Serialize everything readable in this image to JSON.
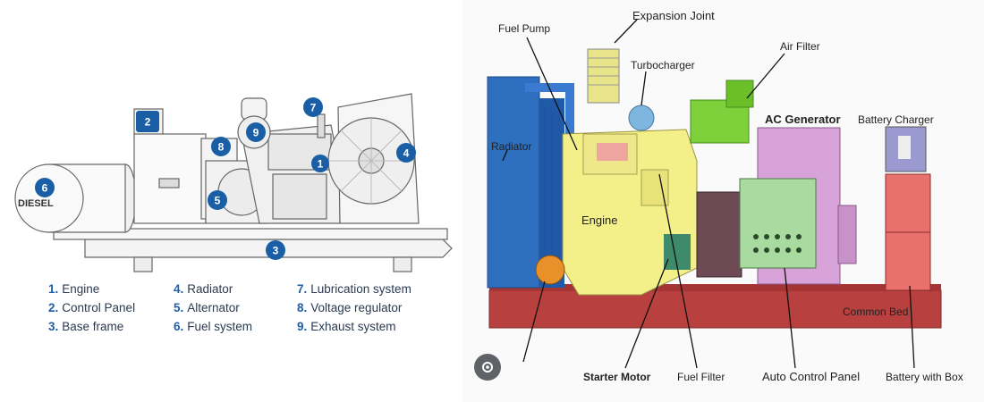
{
  "left_diagram": {
    "tank_label": "DIESEL",
    "badges": [
      "1",
      "2",
      "3",
      "4",
      "5",
      "6",
      "7",
      "8",
      "9"
    ],
    "legend": [
      {
        "num": "1.",
        "label": "Engine"
      },
      {
        "num": "2.",
        "label": "Control Panel"
      },
      {
        "num": "3.",
        "label": "Base frame"
      },
      {
        "num": "4.",
        "label": "Radiator"
      },
      {
        "num": "5.",
        "label": "Alternator"
      },
      {
        "num": "6.",
        "label": "Fuel system"
      },
      {
        "num": "7.",
        "label": "Lubrication system"
      },
      {
        "num": "8.",
        "label": "Voltage regulator"
      },
      {
        "num": "9.",
        "label": "Exhaust system"
      }
    ],
    "badge_color": "#1a5fa6"
  },
  "right_diagram": {
    "labels": {
      "expansion_joint": "Expansion Joint",
      "fuel_pump": "Fuel Pump",
      "turbocharger": "Turbocharger",
      "air_filter": "Air Filter",
      "ac_generator": "AC Generator",
      "battery_charger": "Battery Charger",
      "radiator": "Radiator",
      "engine": "Engine",
      "common_bed": "Common Bed",
      "starter_motor": "Starter Motor",
      "fuel_filter": "Fuel Filter",
      "auto_control_panel": "Auto Control Panel",
      "battery_with_box": "Battery with Box"
    },
    "colors": {
      "radiator": "#2e6fc0",
      "engine": "#f3f08a",
      "generator": "#d8a3d8",
      "control_panel": "#a9dba0",
      "air_filter": "#7fd13b",
      "common_bed": "#b8403f",
      "battery": "#e8706d",
      "starter_motor_label": "#7a1f2e"
    }
  },
  "lens_button": {
    "icon": "google-lens-icon"
  }
}
